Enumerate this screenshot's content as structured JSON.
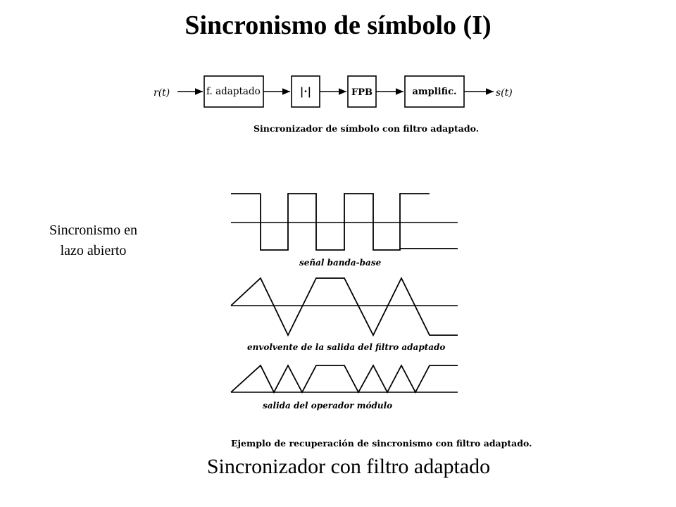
{
  "slide": {
    "title": "Sincronismo de símbolo (I)",
    "side_label_line1": "Sincronismo en",
    "side_label_line2": "lazo abierto",
    "caption": "Sincronizador con filtro adaptado"
  },
  "block_diagram": {
    "input_label": "r(t)",
    "output_label": "s(t)",
    "blocks": [
      "f. adaptado",
      "|·|",
      "FPB",
      "amplific."
    ],
    "caption": "Sincronizador de símbolo con filtro adaptado."
  },
  "waveforms": {
    "baseband_label": "señal banda-base",
    "envelope_label": "envolvente de la salida del filtro adaptado",
    "modulus_label": "salida del operador módulo",
    "figure_caption": "Ejemplo de recuperación de sincronismo con filtro adaptado."
  }
}
